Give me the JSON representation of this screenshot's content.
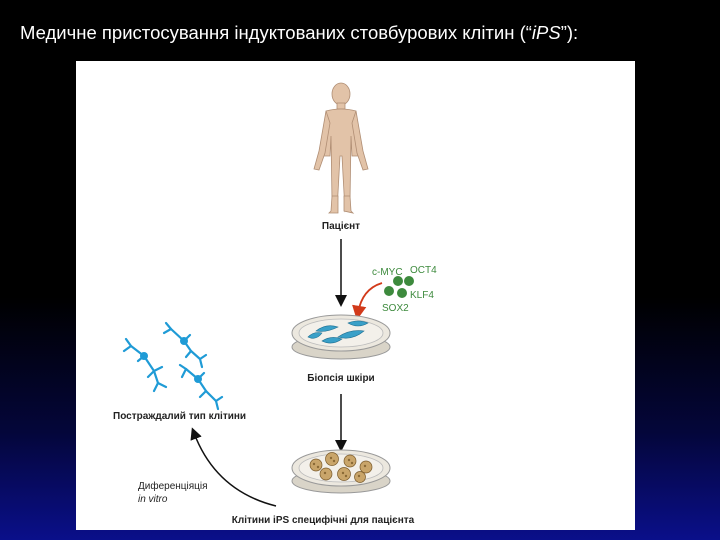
{
  "slide": {
    "title_main": "Медичне пристосування індуктованих стовбурових клітин (“",
    "title_ips": "iPS",
    "title_tail": "”):"
  },
  "diagram": {
    "patient_label": "Пацієнт",
    "factors": [
      "c-MYC",
      "OCT4",
      "KLF4",
      "SOX2"
    ],
    "biopsy_label": "Біопсія шкіри",
    "damaged_label": "Постраждалий тип клітини",
    "diff_label_line1": "Диференціяція",
    "diff_label_line2": "in vitro",
    "ips_label": "Клітини iPS специфічні для пацієнта"
  },
  "colors": {
    "background_top": "#000000",
    "background_bottom": "#0a0f8a",
    "figure_bg": "#ffffff",
    "body": "#e2c3a8",
    "factor_green": "#3d8a3d",
    "fibroblast_blue": "#3aa0c8",
    "neuron_blue": "#1f9bd6",
    "ips_colony": "#c9a56a",
    "red_arrow": "#d23a1a"
  }
}
